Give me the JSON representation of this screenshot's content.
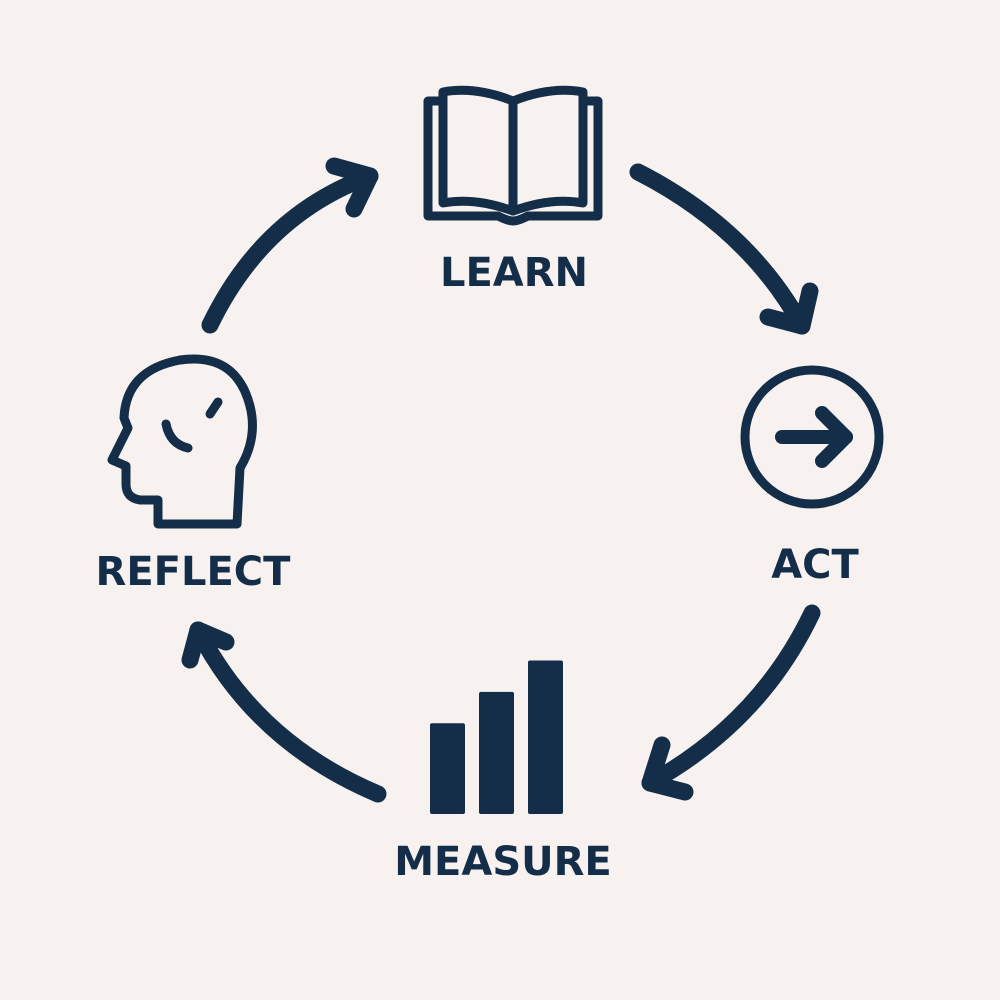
{
  "colors": {
    "background": "#f7f2ef",
    "ink": "#142d49"
  },
  "stages": {
    "learn": {
      "label": "LEARN",
      "icon": "open-book-icon"
    },
    "act": {
      "label": "ACT",
      "icon": "arrow-right-circle-icon"
    },
    "measure": {
      "label": "MEASURE",
      "icon": "bar-chart-icon",
      "bar_levels": [
        0.55,
        0.74,
        0.93
      ]
    },
    "reflect": {
      "label": "REFLECT",
      "icon": "head-profile-icon"
    }
  },
  "arrows": [
    "learn-to-act",
    "act-to-measure",
    "measure-to-reflect",
    "reflect-to-learn"
  ]
}
